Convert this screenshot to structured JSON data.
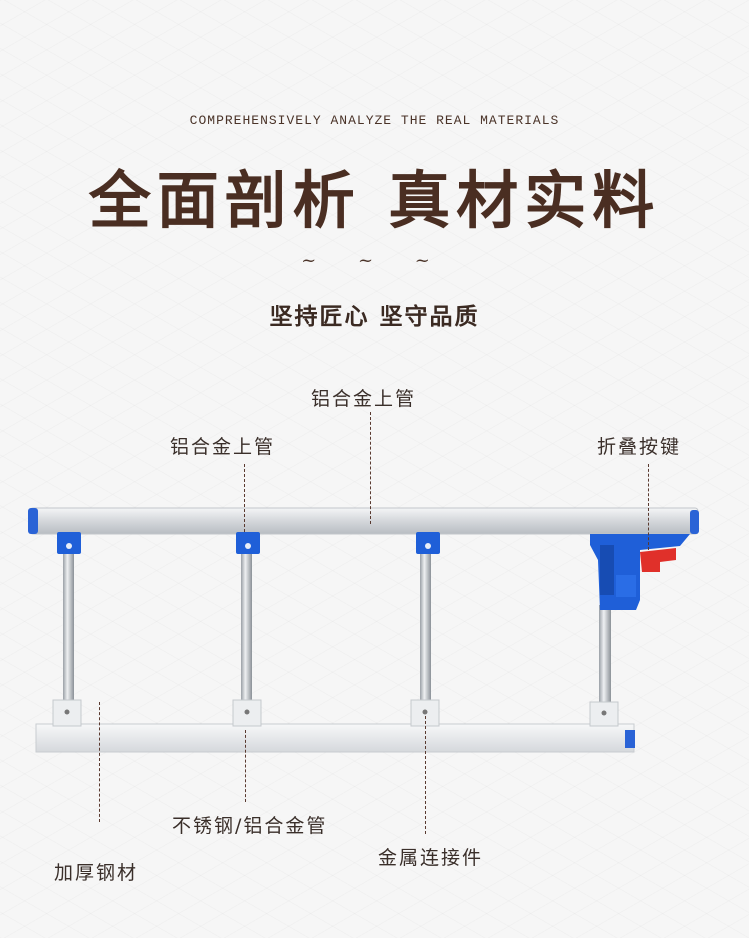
{
  "header": {
    "subtitle_en": "COMPREHENSIVELY ANALYZE THE REAL MATERIALS",
    "headline": "全面剖析 真材实料",
    "tilde": "~ ~ ~",
    "slogan": "坚持匠心 坚守品质"
  },
  "labels": {
    "top_tube_center": "铝合金上管",
    "top_tube_left": "铝合金上管",
    "fold_button": "折叠按键",
    "vertical_tube": "不锈钢/铝合金管",
    "thick_steel": "加厚钢材",
    "metal_connector": "金属连接件"
  },
  "colors": {
    "brown_text": "#4a2e22",
    "blue_plastic": "#1f5fd8",
    "red_button": "#e0302a",
    "aluminum": "#d9dcdf"
  }
}
